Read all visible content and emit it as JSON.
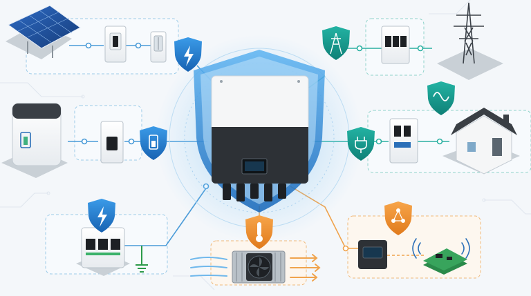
{
  "colors": {
    "blue": "#1c7fd0",
    "blue_light": "#6fb8ec",
    "teal": "#16978c",
    "orange": "#ef8c2d",
    "line_blue": "#4a9bd8",
    "line_teal": "#2bb0a2",
    "line_orange": "#f0a34c",
    "green_ground": "#2c9a4a",
    "inverter_white": "#f5f6f7",
    "inverter_dark": "#2d3136",
    "panel_blue": "#1f4f9a"
  },
  "nodes": [
    {
      "id": "pv",
      "icons": [
        "solar-panel-icon",
        "dc-isolator-switch-icon",
        "dc-fuse-icon",
        "lightning-shield-icon"
      ]
    },
    {
      "id": "battery",
      "icons": [
        "battery-cabinet-icon",
        "battery-breaker-icon",
        "battery-shield-icon"
      ]
    },
    {
      "id": "surge",
      "icons": [
        "surge-protector-icon",
        "lightning-shield-icon",
        "ground-icon"
      ]
    },
    {
      "id": "grid",
      "icons": [
        "transmission-tower-icon",
        "grid-breaker-icon",
        "tower-shield-icon",
        "sine-wave-shield-icon"
      ]
    },
    {
      "id": "home",
      "icons": [
        "house-icon",
        "rcd-breaker-icon",
        "plug-shield-icon"
      ]
    },
    {
      "id": "thermal",
      "icons": [
        "cooling-fan-heatsink-icon",
        "thermometer-shield-icon",
        "airflow-arrows-icon"
      ]
    },
    {
      "id": "comms",
      "icons": [
        "smart-meter-icon",
        "wifi-dongle-icon",
        "network-shield-icon",
        "wireless-signal-icon"
      ]
    }
  ],
  "center": {
    "icons": [
      "hybrid-inverter-icon",
      "protection-shield-icon"
    ]
  }
}
